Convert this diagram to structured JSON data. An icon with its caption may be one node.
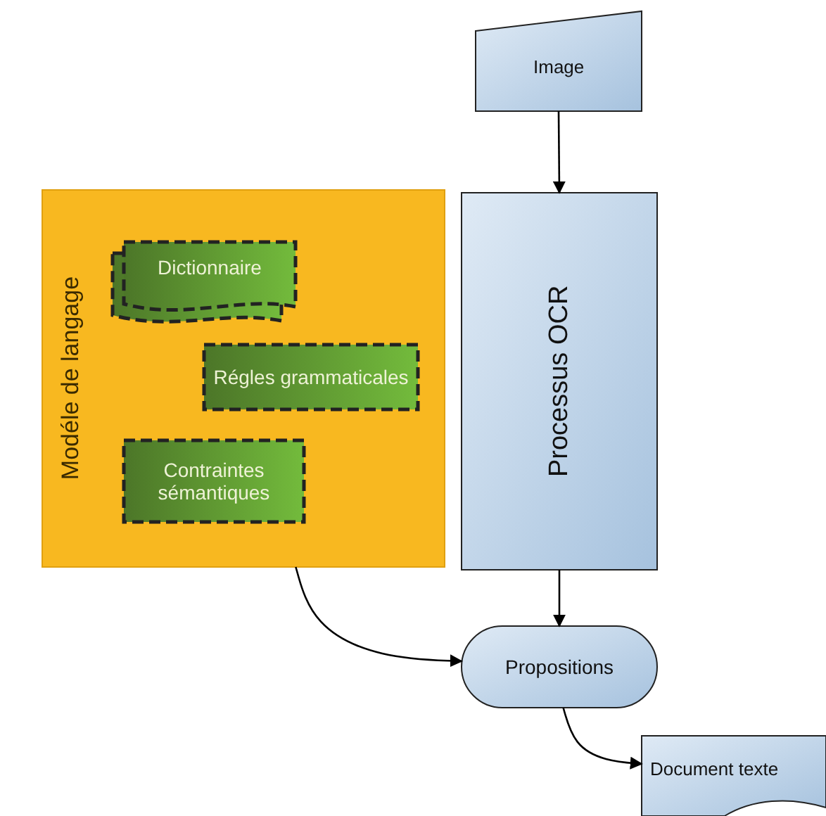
{
  "diagram": {
    "nodes": [
      {
        "text": [
          "Modéle de langage"
        ]
      },
      {
        "text": [
          "Dictionnaire"
        ],
        "in": 0
      },
      {
        "text": [
          "Régles grammaticales"
        ],
        "in": 0
      },
      {
        "text": [
          "Contraintes sémantiques"
        ],
        "in": 0
      },
      {
        "text": [
          "Image"
        ]
      },
      {
        "text": [
          "Processus OCR"
        ]
      },
      {
        "text": [
          "Propositions"
        ]
      },
      {
        "text": [
          "Document texte"
        ]
      }
    ],
    "edges": [
      {
        "from": 4,
        "to": 5,
        "arrow": "to"
      },
      {
        "from": 5,
        "to": 6,
        "arrow": "to"
      },
      {
        "from": 0,
        "to": 6,
        "arrow": "to"
      },
      {
        "from": 6,
        "to": 7,
        "arrow": "to"
      }
    ]
  }
}
